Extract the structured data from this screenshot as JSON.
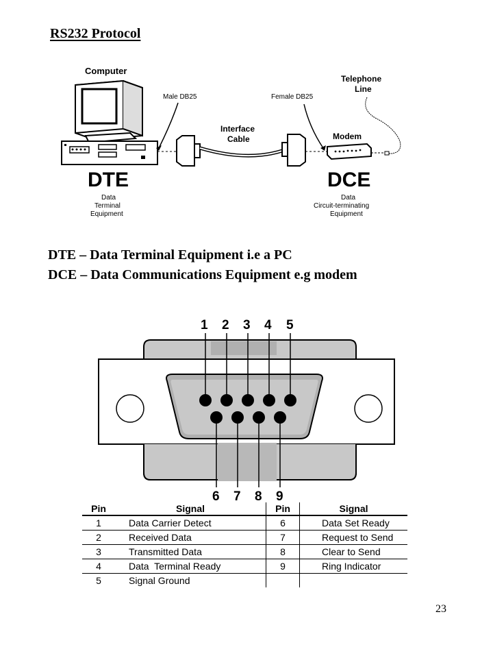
{
  "page": {
    "title": "RS232 Protocol",
    "page_number": "23"
  },
  "diagram_top": {
    "computer_label": "Computer",
    "male_label": "Male DB25",
    "female_label": "Female DB25",
    "interface_line1": "Interface",
    "interface_line2": "Cable",
    "telephone_line1": "Telephone",
    "telephone_line2": "Line",
    "modem_label": "Modem",
    "dte_big": "DTE",
    "dte_sub1": "Data",
    "dte_sub2": "Terminal",
    "dte_sub3": "Equipment",
    "dce_big": "DCE",
    "dce_sub1": "Data",
    "dce_sub2": "Circuit-terminating",
    "dce_sub3": "Equipment"
  },
  "definitions": [
    "DTE – Data Terminal Equipment i.e a PC",
    "DCE – Data Communications Equipment e.g modem"
  ],
  "connector": {
    "top_pins": [
      "1",
      "2",
      "3",
      "4",
      "5"
    ],
    "bottom_pins": [
      "6",
      "7",
      "8",
      "9"
    ]
  },
  "pin_table": {
    "headers": [
      "Pin",
      "Signal",
      "Pin",
      "Signal"
    ],
    "rows": [
      [
        "1",
        "Data Carrier Detect",
        "6",
        "Data Set Ready"
      ],
      [
        "2",
        "Received Data",
        "7",
        "Request to Send"
      ],
      [
        "3",
        "Transmitted Data",
        "8",
        "Clear to Send"
      ],
      [
        "4",
        "Data  Terminal Ready",
        "9",
        "Ring Indicator"
      ],
      [
        "5",
        "Signal Ground",
        "",
        ""
      ]
    ]
  }
}
